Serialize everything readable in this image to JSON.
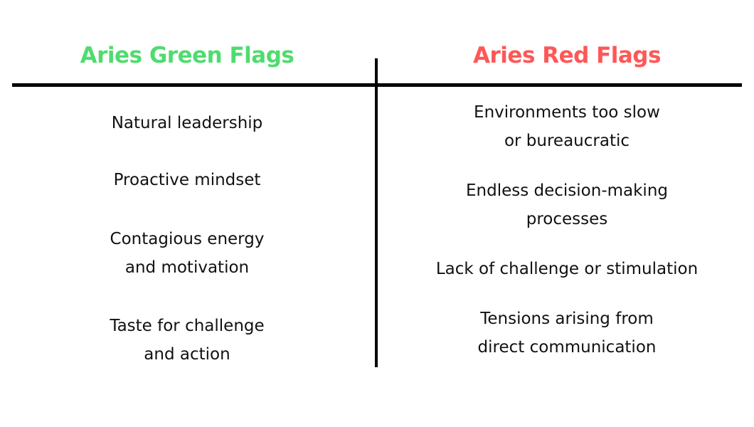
{
  "colors": {
    "green": "#4fdc6f",
    "red": "#ff5757"
  },
  "green": {
    "title": "Aries Green Flags",
    "items": [
      "Natural leadership",
      "Proactive mindset",
      "Contagious energy\nand motivation",
      "Taste for challenge\nand action"
    ]
  },
  "red": {
    "title": "Aries Red Flags",
    "items": [
      "Environments too slow\nor bureaucratic",
      "Endless decision-making\nprocesses",
      "Lack of challenge or stimulation",
      "Tensions arising from\ndirect communication"
    ]
  }
}
